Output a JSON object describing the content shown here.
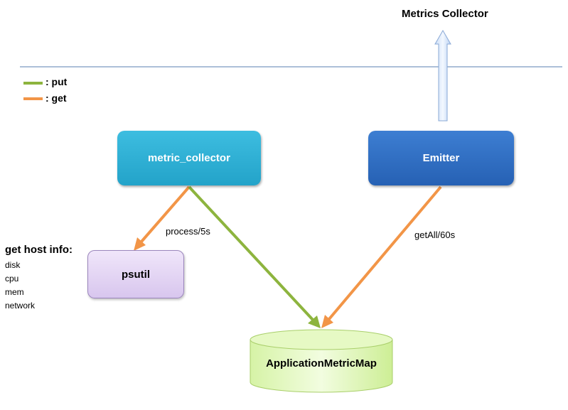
{
  "title": "Metrics Collector",
  "legend": [
    {
      "label": ": put",
      "color": "#8db43e"
    },
    {
      "label": ": get",
      "color": "#f29547"
    }
  ],
  "nodes": {
    "metric_collector": "metric_collector",
    "emitter": "Emitter",
    "psutil": "psutil",
    "application_metric_map": "ApplicationMetricMap"
  },
  "edge_labels": {
    "process": "process/5s",
    "get_all": "getAll/60s"
  },
  "host_info": {
    "heading": "get host info:",
    "items": [
      "disk",
      "cpu",
      "mem",
      "network"
    ]
  },
  "colors": {
    "put": "#8db43e",
    "get": "#f29547",
    "divider": "#5a7fb0"
  }
}
